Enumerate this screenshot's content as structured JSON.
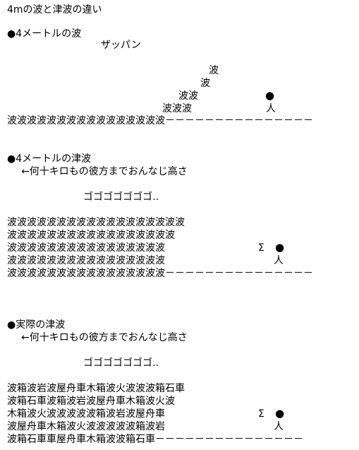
{
  "title": "4mの波と津波の違い",
  "section1": {
    "heading": "●4メートルの波",
    "sound": "ザッパン",
    "crest_lines": [
      "波",
      "波",
      "波波",
      "波波波"
    ],
    "person_dot": "●",
    "person": "人",
    "ground": "波波波波波波波波波波波波波波波波－－－－－－－－－－－－－－－"
  },
  "section2": {
    "heading": "●4メートルの津波",
    "note": "←何十キロもの彼方までおんなじ高さ",
    "sound": "ゴゴゴゴゴゴゴ‥",
    "rows": [
      "波波波波波波波波波波波波波波波波波波",
      "波波波波波波波波波波波波波波波波波",
      "波波波波波波波波波波波波波波波波",
      "波波波波波波波波波波波波波波波波",
      "波波波波波波波波波波波波波波波波－－－－－－－－－－－－－－－"
    ],
    "sigma": "Σ",
    "person_dot": "●",
    "person": "人"
  },
  "section3": {
    "heading": "●実際の津波",
    "note": "←何十キロもの彼方までおんなじ高さ",
    "sound": "ゴゴゴゴゴゴゴ‥",
    "rows": [
      "波箱波岩波屋舟車木箱波火波波波箱石車",
      "波箱石車波箱波岩波屋舟車木箱波火波",
      "木箱波火波波波波波箱波岩波屋舟車",
      "波屋舟車木箱波火波波波波波箱波岩",
      "波箱石車車屋舟車木箱波波箱石車－－－－－－－－－－－－－－－"
    ],
    "sigma": "Σ",
    "person_dot": "●",
    "person": "人"
  }
}
